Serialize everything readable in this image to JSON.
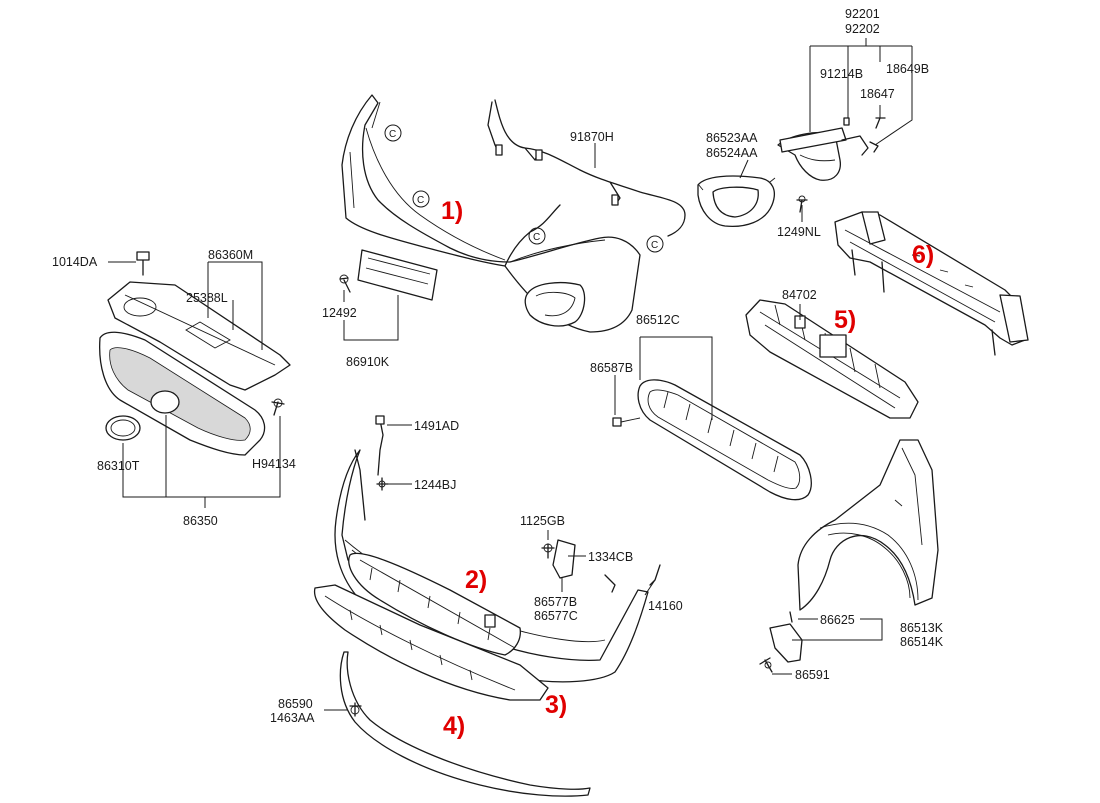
{
  "diagram": {
    "part_numbers": {
      "p92201": "92201",
      "p92202": "92202",
      "p91214B": "91214B",
      "p18649B": "18649B",
      "p18647": "18647",
      "p86523AA": "86523AA",
      "p86524AA": "86524AA",
      "p91870H": "91870H",
      "p1249NL": "1249NL",
      "p1014DA": "1014DA",
      "p86360M": "86360M",
      "p25388L": "25388L",
      "p12492": "12492",
      "p86910K": "86910K",
      "p84702": "84702",
      "p86512C": "86512C",
      "p86587B": "86587B",
      "p86310T": "86310T",
      "pH94134": "H94134",
      "p86350": "86350",
      "p1491AD": "1491AD",
      "p1244BJ": "1244BJ",
      "p1125GB": "1125GB",
      "p1334CB": "1334CB",
      "p86577B": "86577B",
      "p86577C": "86577C",
      "p14160": "14160",
      "p86625": "86625",
      "p86513K": "86513K",
      "p86514K": "86514K",
      "p86591": "86591",
      "p86590": "86590",
      "p1463AA": "1463AA"
    },
    "markers": {
      "m1": "1)",
      "m2": "2)",
      "m3": "3)",
      "m4": "4)",
      "m5": "5)",
      "m6": "6)"
    },
    "clip_symbol": "C",
    "marker_color": "#e00000"
  }
}
